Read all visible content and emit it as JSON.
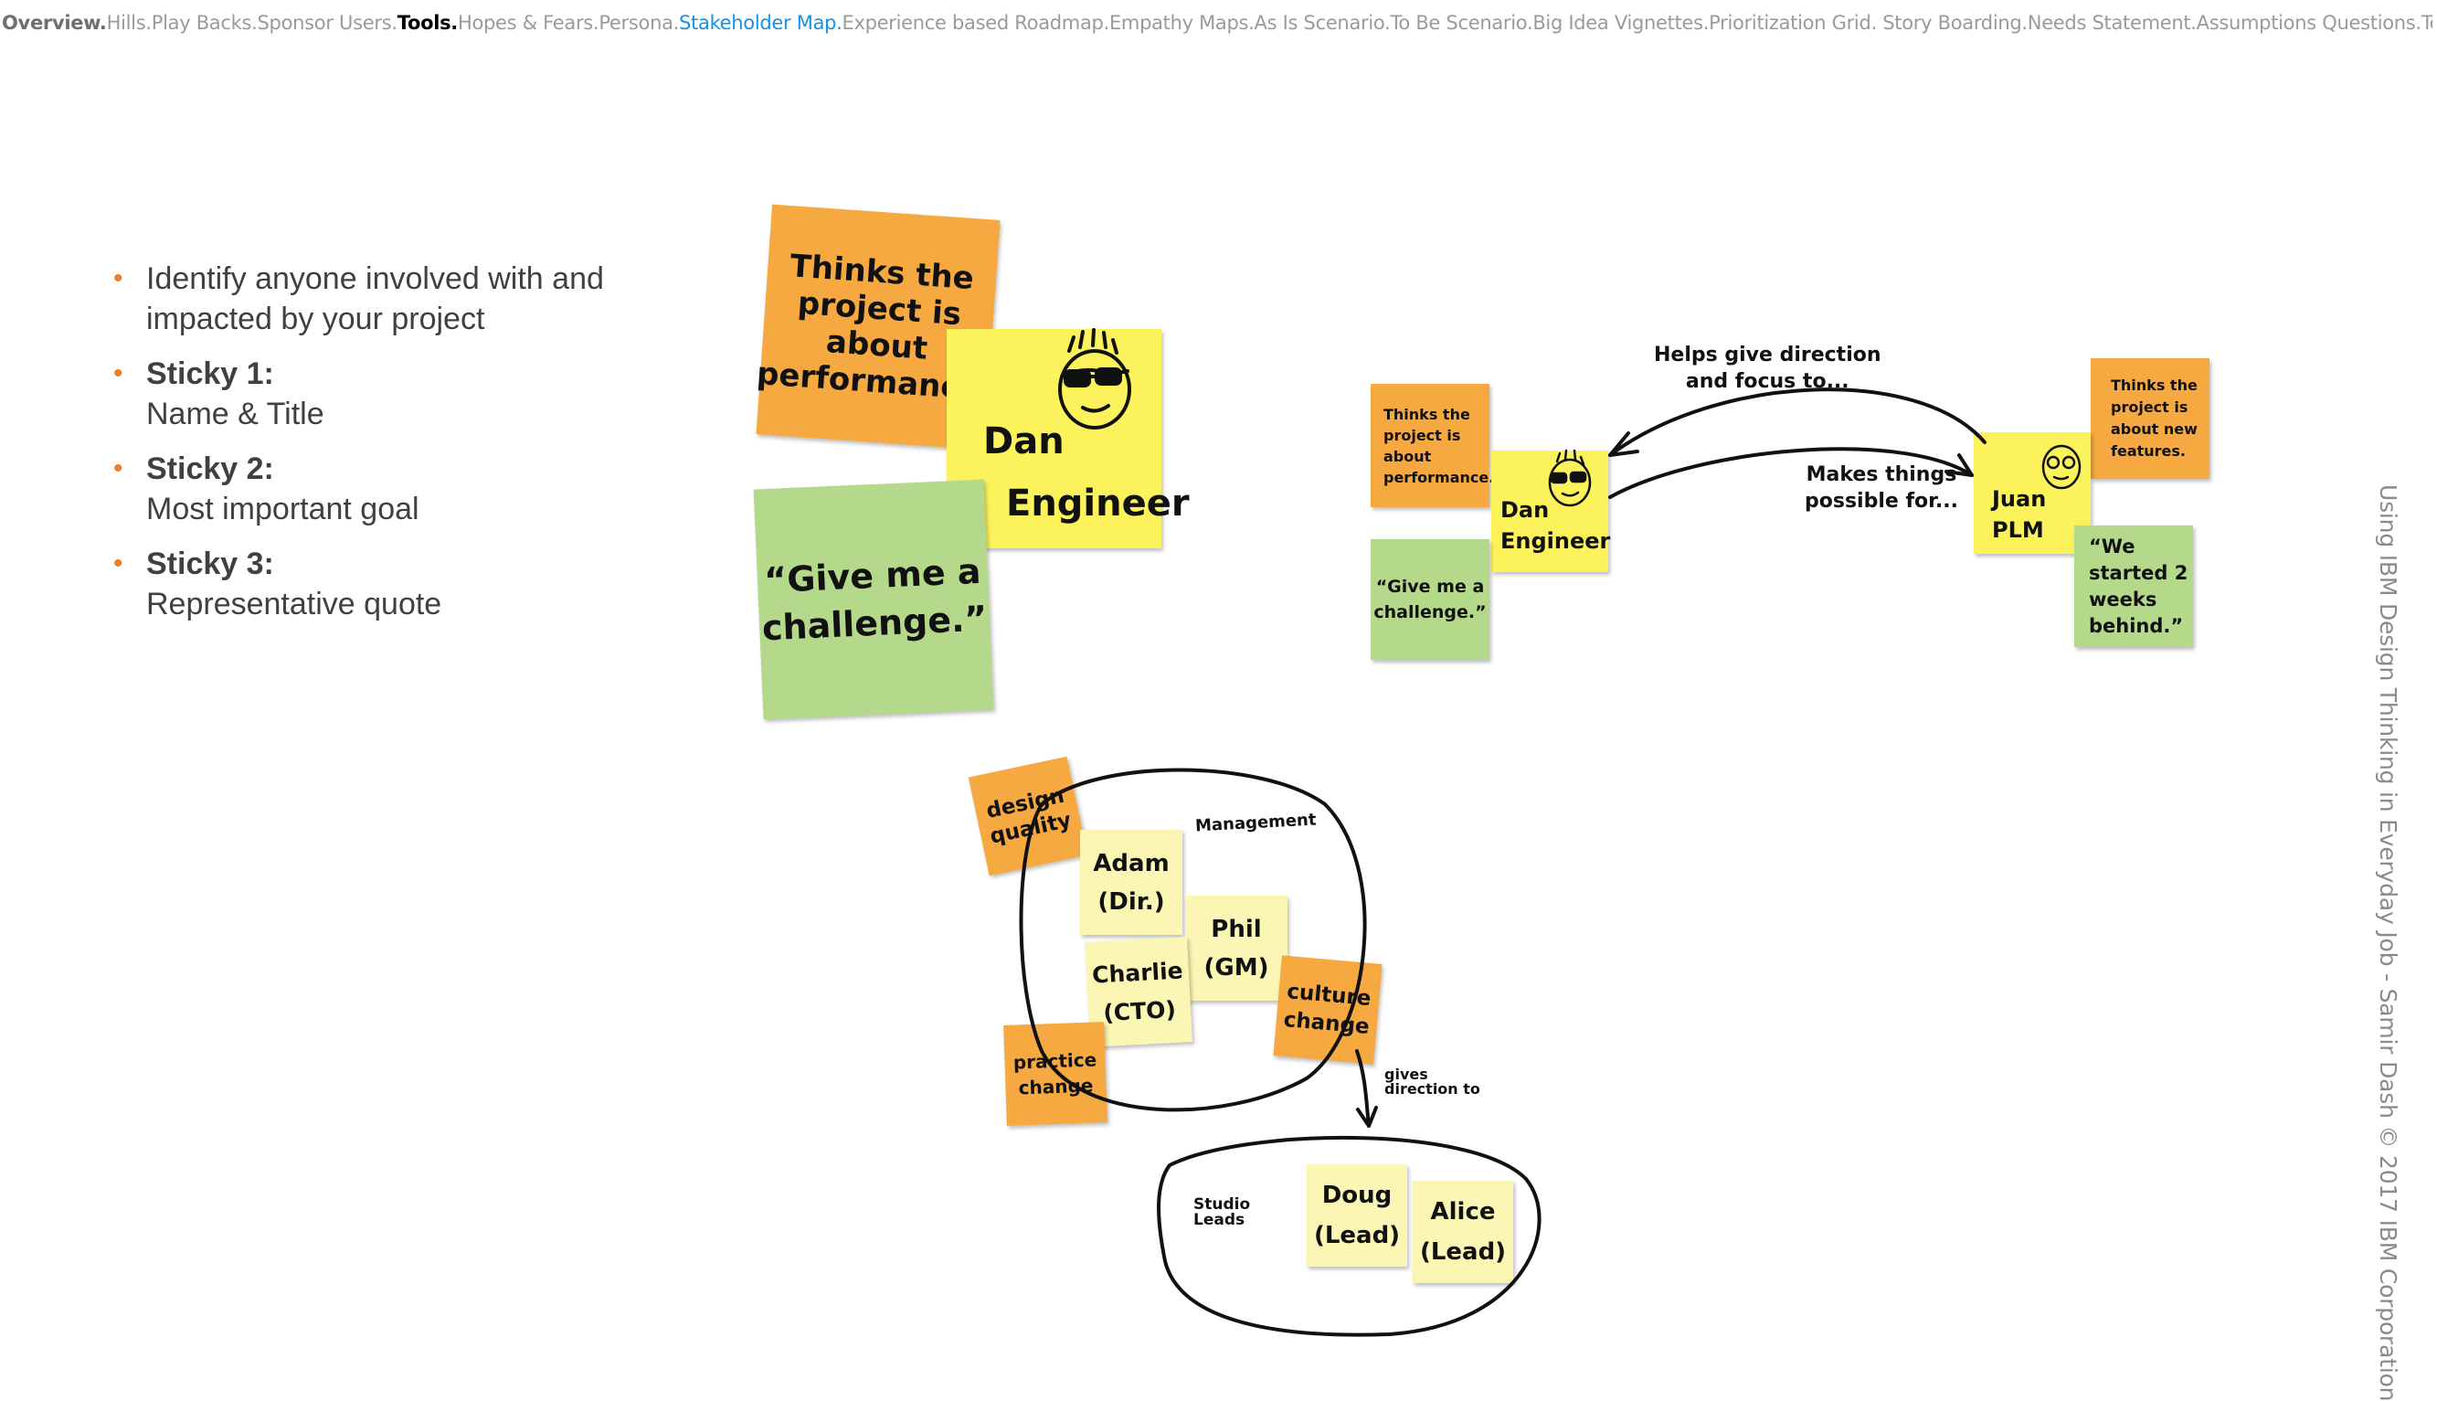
{
  "nav": {
    "items": [
      {
        "label": "Overview.",
        "style": "bold-active"
      },
      {
        "label": "Hills.",
        "style": ""
      },
      {
        "label": "Play Backs.",
        "style": ""
      },
      {
        "label": "Sponsor Users.",
        "style": ""
      },
      {
        "label": "Tools.",
        "style": "tools"
      },
      {
        "label": "Hopes & Fears.",
        "style": ""
      },
      {
        "label": "Persona.",
        "style": ""
      },
      {
        "label": "Stakeholder Map.",
        "style": "current"
      },
      {
        "label": "Experience based Roadmap.",
        "style": ""
      },
      {
        "label": "Empathy Maps.",
        "style": ""
      },
      {
        "label": "As Is Scenario.",
        "style": ""
      },
      {
        "label": "To Be Scenario.",
        "style": ""
      },
      {
        "label": "Big Idea Vignettes.",
        "style": ""
      },
      {
        "label": "Prioritization Grid. ",
        "style": ""
      },
      {
        "label": "Story Boarding.",
        "style": ""
      },
      {
        "label": "Needs Statement.",
        "style": ""
      },
      {
        "label": "Assumptions Questions.",
        "style": ""
      },
      {
        "label": "To Do.",
        "style": ""
      }
    ]
  },
  "bullets": {
    "b1": "Identify anyone involved with and impacted by your project",
    "b2_title": "Sticky 1:",
    "b2_text": "Name & Title",
    "b3_title": "Sticky 2:",
    "b3_text": "Most important goal",
    "b4_title": "Sticky 3:",
    "b4_text": "Representative quote"
  },
  "example1": {
    "goal": "Thinks the\nproject is\nabout\nperformance.",
    "name_first": "Dan",
    "name_title": "Engineer",
    "quote": "“Give me a\nchallenge.”"
  },
  "example2": {
    "dan_goal": "Thinks the\nproject is\nabout\nperformance.",
    "dan_name": "Dan\nEngineer",
    "dan_quote": "“Give me a\nchallenge.”",
    "juan_goal": "Thinks the\nproject is\nabout new\nfeatures.",
    "juan_name": "Juan\nPLM",
    "juan_quote": "“We\nstarted 2\nweeks\nbehind.”",
    "arrow_top": "Helps give direction\nand focus to...",
    "arrow_bottom": "Makes things\npossible for..."
  },
  "example3": {
    "group1_label": "Management",
    "design_quality": "design\nquality",
    "adam": "Adam\n(Dir.)",
    "phil": "Phil\n(GM)",
    "charlie": "Charlie\n(CTO)",
    "culture": "culture\nchange",
    "practice": "practice\nchange",
    "relation": "gives\ndirection to",
    "group2_label": "Studio\nLeads",
    "doug": "Doug\n(Lead)",
    "alice": "Alice\n(Lead)"
  },
  "footer": {
    "text": "Using IBM Design Thinking in Everyday Job - Samir Dash   © 2017 IBM Corporation"
  },
  "colors": {
    "orange": "#f6a940",
    "yellow": "#fcf35c",
    "green": "#b5d98a",
    "pale_yellow": "#fbf6b4",
    "bullet": "#ee7d2a",
    "nav_current": "#1192e8"
  }
}
